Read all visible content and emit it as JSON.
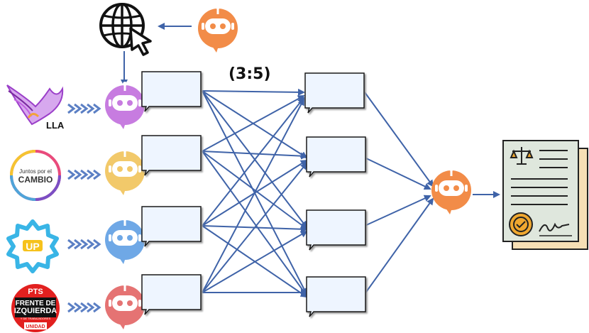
{
  "ratio_label": "(3:5)",
  "parties": [
    {
      "name": "LLA",
      "logo_text": "LLA",
      "agent_color": "#c77ce0"
    },
    {
      "name": "Juntos por el Cambio",
      "logo_text_top": "Juntos por el",
      "logo_text_main": "CAMBIO",
      "agent_color": "#f2c96a"
    },
    {
      "name": "UP",
      "logo_text": "UP",
      "agent_color": "#6fa8e6"
    },
    {
      "name": "PTS Frente de Izquierda",
      "logo_text_top": "PTS",
      "logo_text_l1": "FRENTE DE",
      "logo_text_l2": "IZQUIERDA",
      "logo_text_l3": "Y DE TRABAJADORES",
      "logo_text_bottom": "UNIDAD",
      "agent_color": "#e57373"
    }
  ],
  "colors": {
    "edge": "#3f63a8",
    "bubble_fill": "#eef5ff",
    "orchestrator": "#f28c48",
    "web_agent": "#f28c48",
    "doc_fill": "#dfe7dd",
    "doc_back": "#f6dfb5",
    "seal": "#f0a830"
  },
  "icons": [
    "globe-cursor-icon",
    "robot-icon",
    "document-icon",
    "scales-icon",
    "seal-icon",
    "signature-icon",
    "chevron-arrows-icon"
  ]
}
